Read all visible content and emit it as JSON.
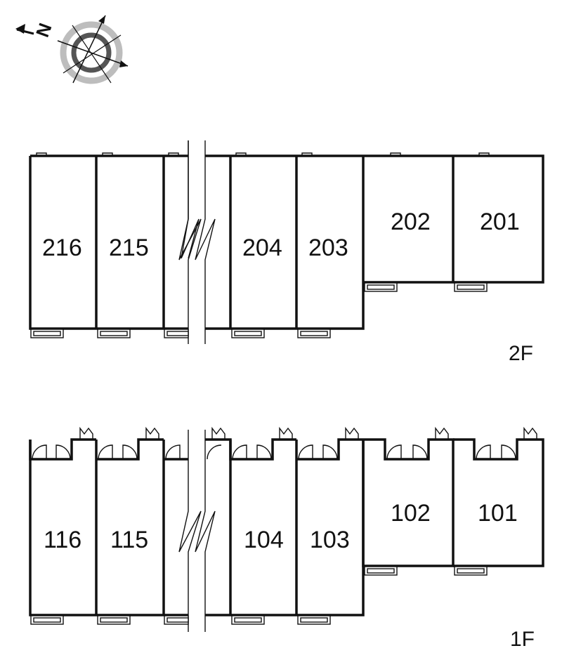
{
  "compass": {
    "north_letter": "N",
    "icon": "compass-rose-icon"
  },
  "floors": [
    {
      "key": "2F",
      "label": "2F",
      "rooms": [
        "216",
        "215",
        "204",
        "203",
        "202",
        "201"
      ]
    },
    {
      "key": "1F",
      "label": "1F",
      "rooms": [
        "116",
        "115",
        "104",
        "103",
        "102",
        "101"
      ]
    }
  ],
  "colors": {
    "line": "#111111",
    "compass_gray": "#b8b8b8",
    "compass_dark": "#555555",
    "background": "#ffffff"
  }
}
